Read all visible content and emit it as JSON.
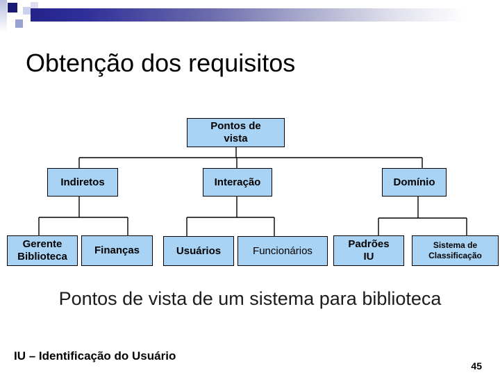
{
  "colors": {
    "node_fill": "#a9d3f4",
    "node_border": "#000000",
    "bar_dark_navy": "#23238a",
    "deco_square_dark": "#1b1b75",
    "text": "#000000"
  },
  "slide": {
    "title": "Obtenção dos requisitos",
    "caption": "Pontos de vista de um sistema para biblioteca",
    "footer_note": "IU – Identificação do Usuário",
    "page_number": "45"
  },
  "diagram": {
    "type": "tree",
    "nodes": {
      "root": {
        "label": "Pontos de\nvista",
        "children": [
          "indiretos",
          "interacao",
          "dominio"
        ]
      },
      "indiretos": {
        "label": "Indiretos",
        "children": [
          "gerente_biblioteca",
          "financas"
        ]
      },
      "interacao": {
        "label": "Interação",
        "children": [
          "usuarios",
          "funcionarios"
        ]
      },
      "dominio": {
        "label": "Domínio",
        "children": [
          "padroes_iu",
          "sistema_classificacao"
        ]
      },
      "gerente_biblioteca": {
        "label": "Gerente\nBiblioteca",
        "children": []
      },
      "financas": {
        "label": "Finanças",
        "children": []
      },
      "usuarios": {
        "label": "Usuários",
        "children": []
      },
      "funcionarios": {
        "label": "Funcionários",
        "children": []
      },
      "padroes_iu": {
        "label": "Padrões\nIU",
        "children": []
      },
      "sistema_classificacao": {
        "label": "Sistema de\nClassificação",
        "children": []
      }
    }
  }
}
